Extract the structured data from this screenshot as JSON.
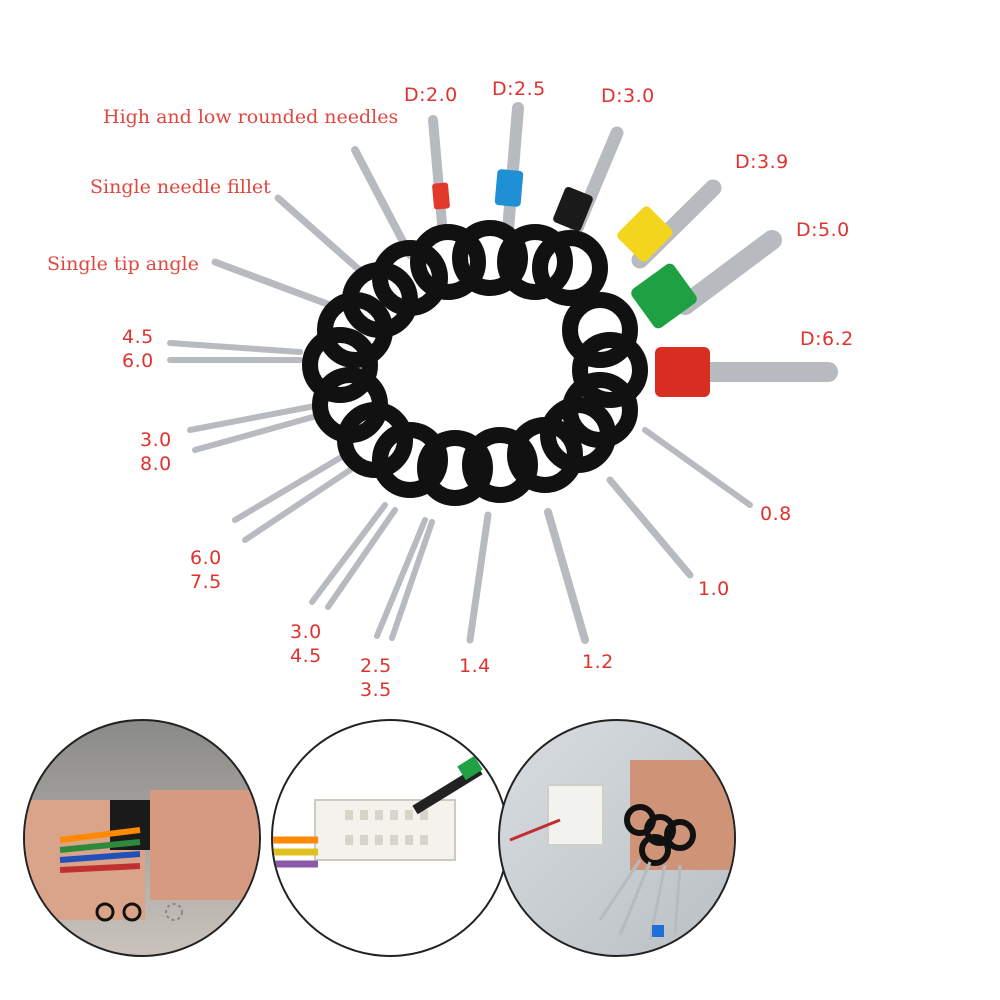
{
  "colors": {
    "label_red": "#e0322f",
    "handle_black": "#111111",
    "steel": "#c9ccd0",
    "sleeve_red": "#e23a2a",
    "sleeve_blue": "#1f8fd6",
    "sleeve_black": "#1a1a1a",
    "sleeve_yellow": "#f2d51c",
    "sleeve_green": "#1fa043",
    "sleeve_red_large": "#d92d22"
  },
  "labels": {
    "high_low": "High and low rounded needles",
    "single_fillet": "Single needle fillet",
    "single_tip": "Single tip angle",
    "d20": "D:2.0",
    "d25": "D:2.5",
    "d30": "D:3.0",
    "d39": "D:3.9",
    "d50": "D:5.0",
    "d62": "D:6.2",
    "fork1_a": "4.5",
    "fork1_b": "6.0",
    "fork2_a": "3.0",
    "fork2_b": "8.0",
    "fork3_a": "6.0",
    "fork3_b": "7.5",
    "fork4_a": "3.0",
    "fork4_b": "4.5",
    "fork5_a": "2.5",
    "fork5_b": "3.5",
    "pin14": "1.4",
    "pin12": "1.2",
    "pin10": "1.0",
    "pin08": "0.8"
  }
}
